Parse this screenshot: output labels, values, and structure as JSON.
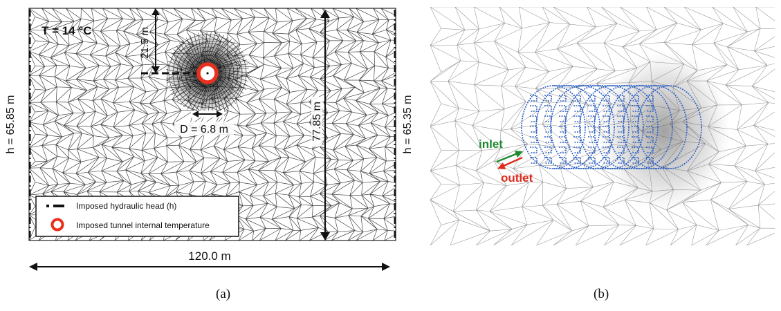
{
  "panel_a": {
    "temperature_label": "T = 14 °C",
    "depth_label": "21.5 m",
    "diameter_label": "D = 6.8 m",
    "height_label": "77.85 m",
    "left_head_label": "h = 65.85 m",
    "right_head_label": "h = 65.35 m",
    "width_label": "120.0 m",
    "legend": {
      "hydraulic_head": "Imposed hydraulic head (h)",
      "tunnel_temperature": "Imposed tunnel internal temperature"
    },
    "caption": "(a)"
  },
  "panel_b": {
    "inlet_label": "inlet",
    "outlet_label": "outlet",
    "caption": "(b)"
  },
  "colors": {
    "mesh": "#444444",
    "tunnel_ring": "#e8301c",
    "pipe_blue": "#2b5fc4",
    "inlet_green": "#1e8a2e",
    "outlet_red": "#e02b1c"
  },
  "icons": [
    "double-arrow-icon",
    "dash-dot-line-icon",
    "red-ring-icon"
  ]
}
